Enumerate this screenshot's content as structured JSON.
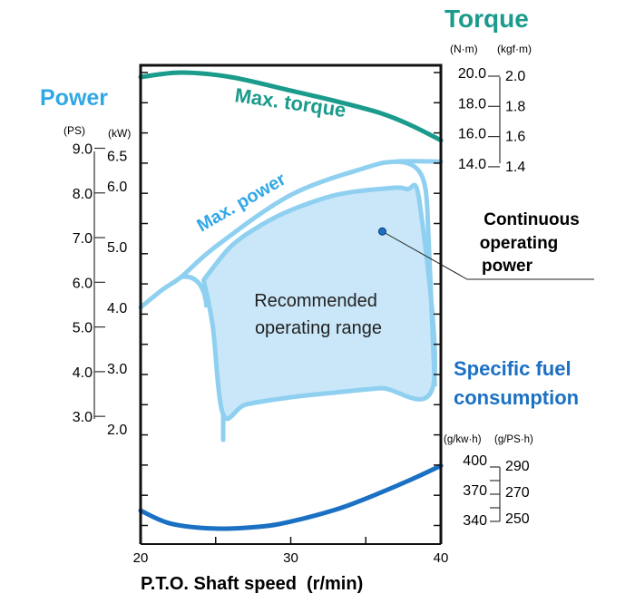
{
  "chart_data": {
    "type": "line",
    "xlabel": "P.T.O. Shaft speed  (r/min)",
    "xlim": [
      20,
      40
    ],
    "xticks": [
      "20",
      "30",
      "40"
    ],
    "colors": {
      "torque": "#1a9b8c",
      "power": "#31a8e6",
      "power_line": "#8fd0f0",
      "region": "#c9e7f8",
      "fuel": "#1a70c2",
      "axis": "#111111"
    },
    "power_axis": {
      "title": "Power",
      "unit_ps": "(PS)",
      "unit_kw": "(kW)",
      "ps_ticks": [
        "9.0",
        "8.0",
        "7.0",
        "6.0",
        "5.0",
        "4.0",
        "3.0"
      ],
      "kw_ticks": [
        "6.5",
        "6.0",
        "5.0",
        "4.0",
        "3.0",
        "2.0"
      ],
      "ylim_kw": [
        2.0,
        6.5
      ]
    },
    "torque_axis": {
      "title": "Torque",
      "unit_nm": "(N·m)",
      "unit_kgf": "(kgf·m)",
      "nm_ticks": [
        "20.0",
        "18.0",
        "16.0",
        "14.0"
      ],
      "kgf_ticks": [
        "2.0",
        "1.8",
        "1.6",
        "1.4"
      ]
    },
    "fuel_axis": {
      "title1": "Specific fuel",
      "title2": "consumption",
      "unit_kwh": "(g/kw·h)",
      "unit_psh": "(g/PS·h)",
      "kwh_ticks": [
        "400",
        "370",
        "340"
      ],
      "psh_ticks": [
        "290",
        "270",
        "250"
      ]
    },
    "series": [
      {
        "name": "Max. torque",
        "unit": "N·m",
        "x": [
          20,
          22.7,
          26,
          30,
          33,
          36,
          38,
          40
        ],
        "y": [
          19.7,
          20.0,
          19.7,
          18.8,
          18.1,
          17.3,
          16.5,
          15.5
        ]
      },
      {
        "name": "Max. power",
        "unit": "kW",
        "x": [
          20,
          21.5,
          22.7,
          25,
          30,
          35,
          37,
          40
        ],
        "y": [
          4.0,
          4.3,
          4.5,
          5.0,
          5.85,
          6.3,
          6.4,
          6.4
        ]
      },
      {
        "name": "Specific fuel consumption",
        "unit": "g/kW·h",
        "x": [
          20,
          22,
          25,
          28,
          30,
          33,
          35,
          38,
          40
        ],
        "y": [
          349,
          336,
          331,
          333,
          338,
          350,
          361,
          380,
          394
        ]
      }
    ],
    "region": {
      "label1": "Recommended",
      "label2": "operating range",
      "x": [
        24.2,
        26,
        28,
        30,
        33,
        36,
        37.7,
        38.6,
        39.5,
        36,
        33,
        30,
        27,
        25.5,
        24.8
      ],
      "y": [
        4.45,
        5.0,
        5.35,
        5.6,
        5.85,
        5.95,
        5.95,
        5.7,
        2.72,
        2.67,
        2.6,
        2.52,
        2.4,
        2.24,
        3.7
      ]
    },
    "continuous_point": {
      "x": 36.1,
      "y": 5.25,
      "label1": "Continuous",
      "label2": "operating",
      "label3": "power"
    }
  }
}
